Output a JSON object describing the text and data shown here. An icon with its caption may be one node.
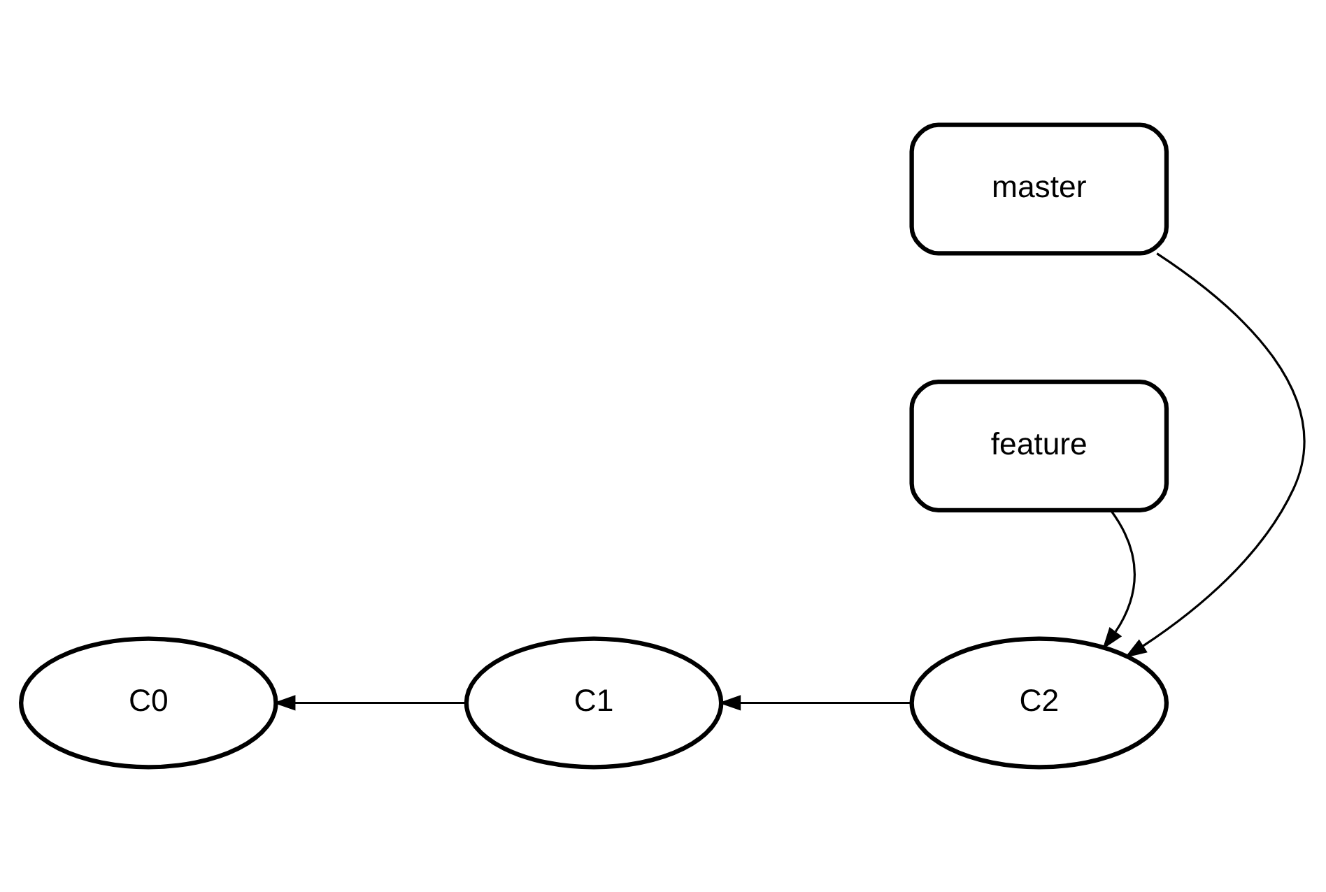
{
  "diagram": {
    "nodes": [
      {
        "text": [
          "master"
        ]
      },
      {
        "text": [
          "C0"
        ]
      },
      {
        "text": [
          "C1"
        ]
      },
      {
        "text": [
          "C2"
        ]
      },
      {
        "text": [
          "feature"
        ]
      }
    ],
    "edges": [
      {
        "from": 0,
        "to": 3,
        "arrow": "to"
      },
      {
        "from": 2,
        "to": 1,
        "arrow": "to"
      },
      {
        "from": 3,
        "to": 2,
        "arrow": "to"
      },
      {
        "from": 4,
        "to": 3,
        "arrow": "to"
      }
    ]
  }
}
